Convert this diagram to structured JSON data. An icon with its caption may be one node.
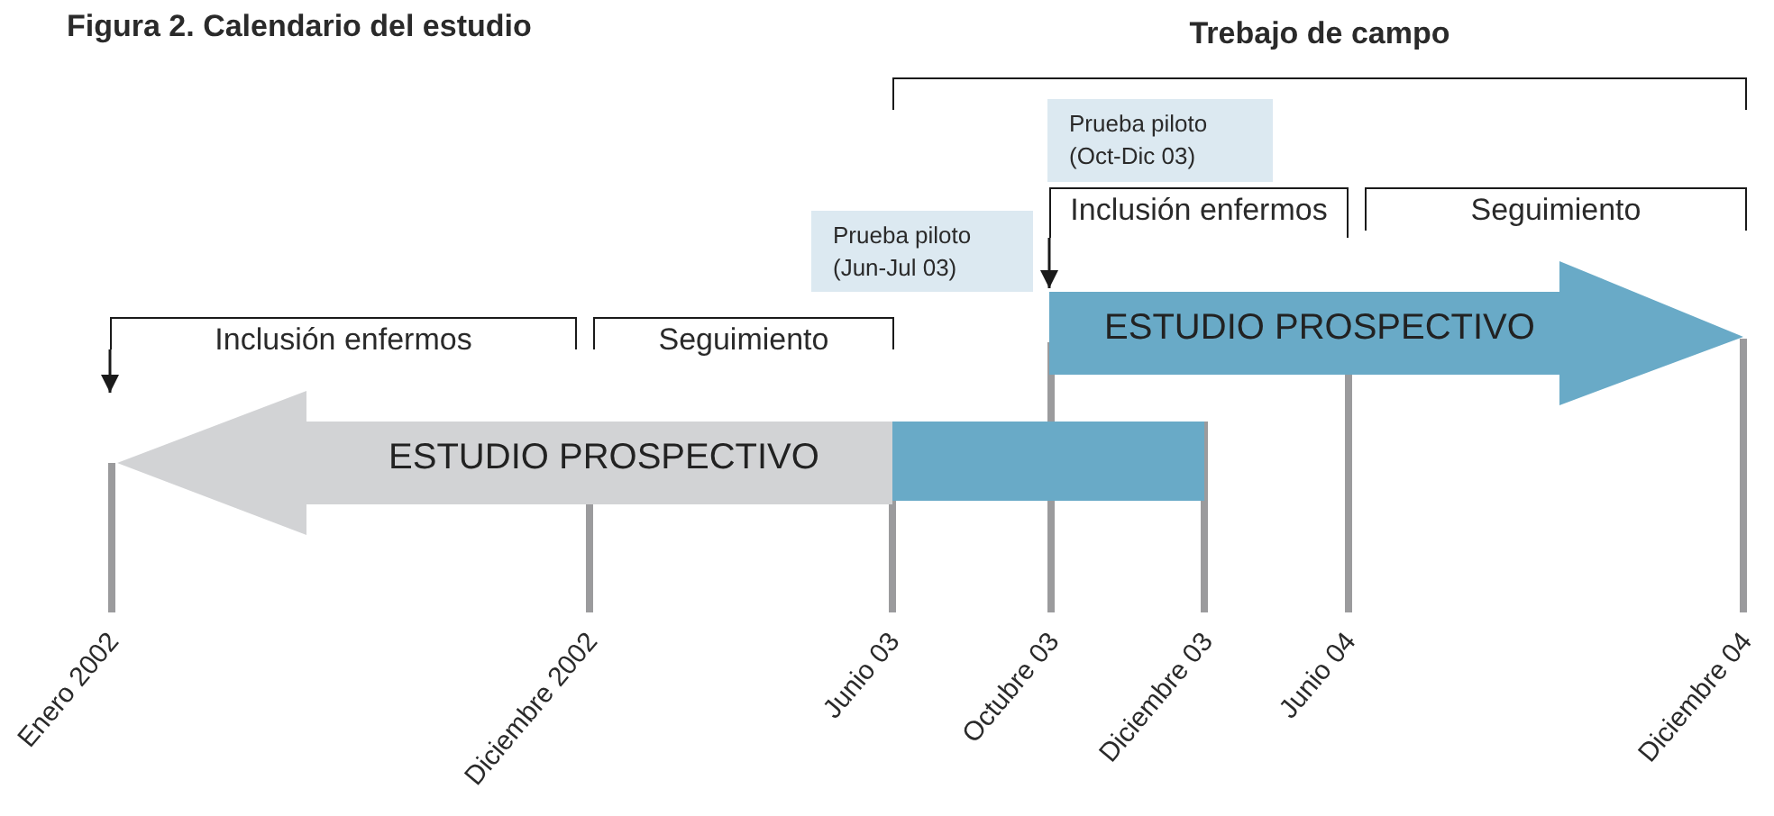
{
  "diagram": {
    "title": "Figura 2. Calendario del estudio",
    "nodes": [
      {
        "text": [
          "ESTUDIO PROSPECTIVO"
        ]
      },
      {
        "text": [
          "ESTUDIO PROSPECTIVO"
        ]
      },
      {
        "text": [
          "Prueba piloto (Jun-Jul 03)"
        ]
      },
      {
        "text": [
          "Prueba piloto (Oct-Dic 03)"
        ]
      },
      {
        "text": [
          "Inclusión enfermos"
        ]
      },
      {
        "text": [
          "Seguimiento"
        ]
      },
      {
        "text": [
          "Inclusión enfermos"
        ]
      },
      {
        "text": [
          "Seguimiento"
        ]
      },
      {
        "text": [
          "Trebajo de campo"
        ]
      },
      {
        "text": [],
        "shape": "bar"
      }
    ],
    "edges": [
      {
        "from": 4,
        "to": null,
        "arrow": "to"
      },
      {
        "from": 6,
        "to": 1,
        "arrow": "to"
      }
    ],
    "labels": [
      "Enero 2002",
      "Diciembre 2002",
      "Junio 03",
      "Octubre 03",
      "Diciembre 03",
      "Junio 04",
      "Diciembre 04"
    ]
  }
}
